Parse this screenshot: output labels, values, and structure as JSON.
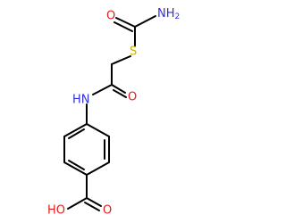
{
  "molecule": {
    "labels": {
      "amide_nh2": "NH2",
      "carbamoyl_o": "O",
      "thio_s": "S",
      "amide_o": "O",
      "amide_nh": "HN",
      "acid_oh": "HO",
      "acid_o": "O"
    },
    "colors": {
      "carbon_bond": "#000000",
      "oxygen": "#e0201c",
      "nitrogen": "#3030d8",
      "sulfur": "#c8b400"
    }
  }
}
